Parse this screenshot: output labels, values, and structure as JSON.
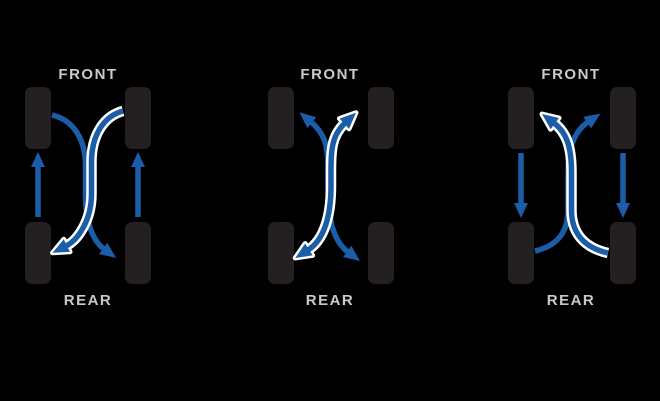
{
  "title": "tire-rotation-patterns",
  "colors": {
    "background": "#000000",
    "arrow_blue": "#1b5da7",
    "arrow_outline_white": "#ffffff",
    "tire_black": "#242021",
    "label_gray": "#c9cacb"
  },
  "diagrams": [
    {
      "name": "rearward-cross",
      "front_label": "FRONT",
      "rear_label": "REAR",
      "arrows": [
        "straight-up-arrow-left",
        "straight-up-arrow-right",
        "cross-arrow-front-left-to-rear-right",
        "outlined-cross-arrow-front-right-to-rear-left"
      ]
    },
    {
      "name": "x-pattern",
      "front_label": "FRONT",
      "rear_label": "REAR",
      "arrows": [
        "double-headed-cross-arrow-front-left-to-rear-right",
        "outlined-double-headed-cross-arrow-rear-left-to-front-right"
      ]
    },
    {
      "name": "forward-cross",
      "front_label": "FRONT",
      "rear_label": "REAR",
      "arrows": [
        "straight-down-arrow-left",
        "straight-down-arrow-right",
        "cross-arrow-rear-left-to-front-right",
        "outlined-cross-arrow-rear-right-to-front-left"
      ]
    }
  ]
}
